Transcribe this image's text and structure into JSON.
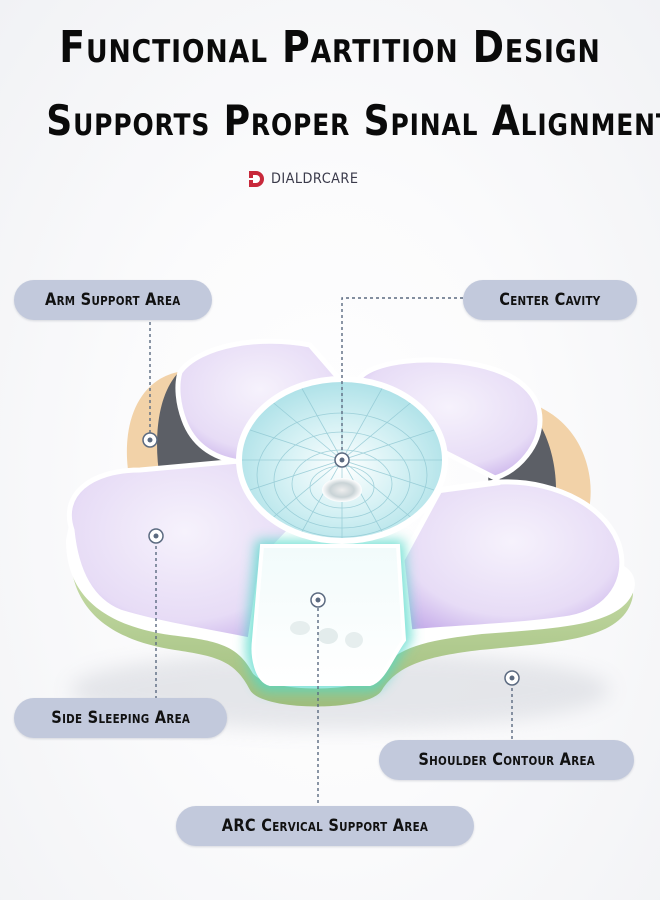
{
  "header": {
    "title_line_1": "Functional Partition Design",
    "title_line_2": "Supports Proper Spinal Alignment"
  },
  "brand": {
    "name": "DIALDRCARE",
    "logo_icon": "d-letter-logo-icon",
    "logo_color": "#c8283b"
  },
  "callouts": {
    "arm_support": "Arm Support Area",
    "center_cavity": "Center Cavity",
    "side_sleeping": "Side Sleeping Area",
    "shoulder_contour": "Shoulder Contour Area",
    "arc_cervical": "ARC Cervical Support Area"
  },
  "colors": {
    "label_background": "#c2c9dc",
    "top_surface": "#e6dcf5",
    "top_edge": "#b99ae0",
    "center_cavity": "#bfe9ef",
    "cervical_glow": "#4fd8c8",
    "base_layer": "#bcd49a",
    "side_foam": "#f2d2a8",
    "side_shell": "#5c5f66"
  }
}
